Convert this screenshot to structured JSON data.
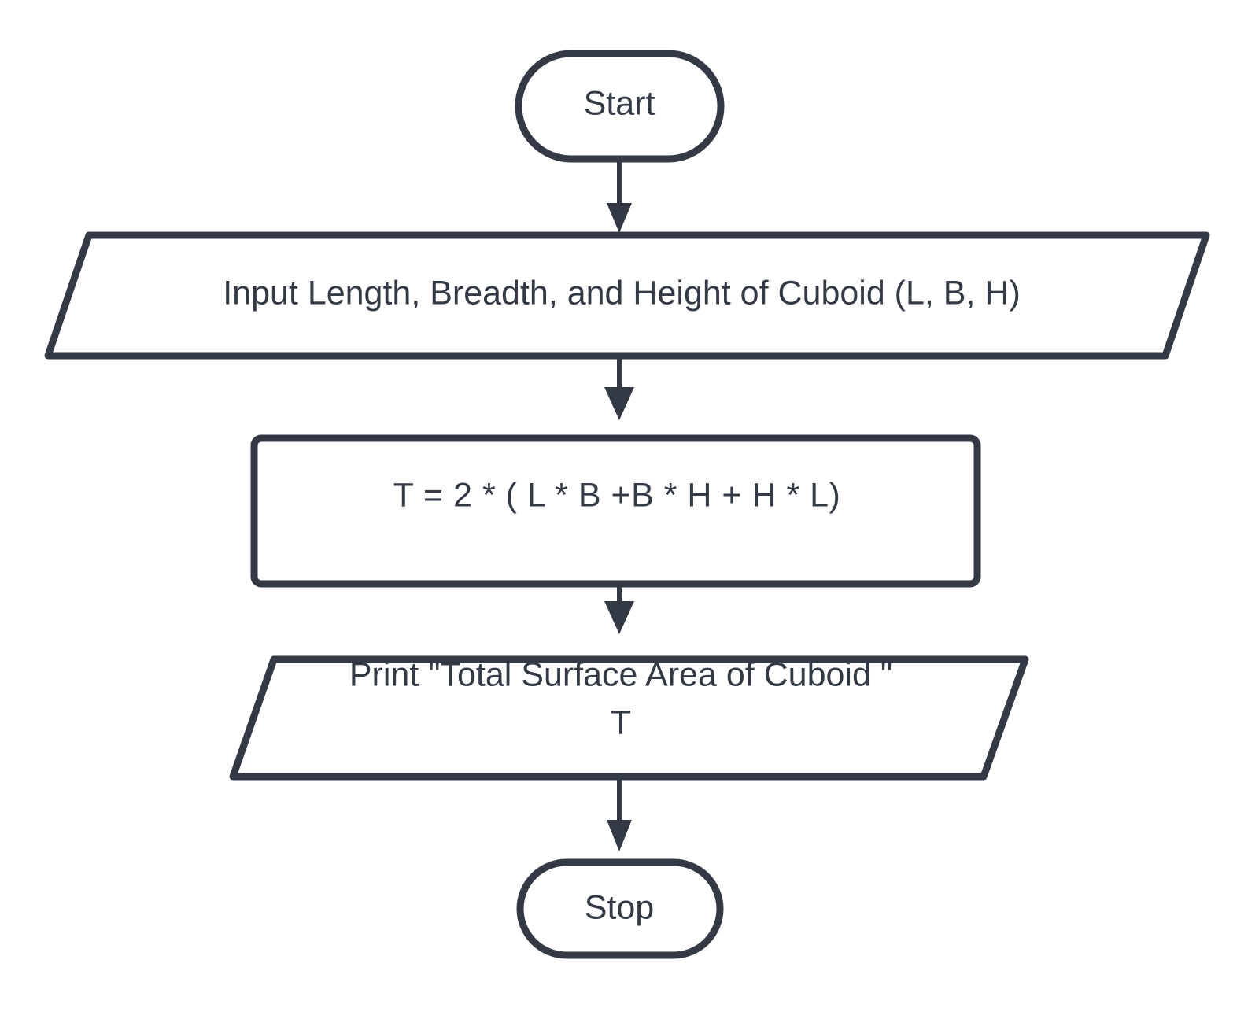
{
  "diagram": {
    "title": "Total Surface Area of Cuboid Flowchart",
    "background_color": "#ffffff",
    "stroke_color": "#333a45",
    "text_color": "#333a45",
    "fill_color": "#ffffff",
    "orientation": "top-to-bottom",
    "type": "flowchart"
  },
  "nodes": {
    "start": {
      "label": "Start",
      "shape": "stadium",
      "role": "terminator"
    },
    "input": {
      "label": "Input Length, Breadth, and Height of Cuboid (L, B, H)",
      "shape": "parallelogram",
      "role": "input-output"
    },
    "process": {
      "label": "T = 2 * ( L * B +B * H + H * L)",
      "shape": "rectangle",
      "role": "process"
    },
    "print": {
      "label_line1": "Print \"Total Surface Area of Cuboid \"",
      "label_line2": "T",
      "shape": "parallelogram",
      "role": "input-output"
    },
    "stop": {
      "label": "Stop",
      "shape": "stadium",
      "role": "terminator"
    }
  },
  "edges": [
    {
      "name": "start-to-input",
      "from": "start",
      "to": "input",
      "label": ""
    },
    {
      "name": "input-to-process",
      "from": "input",
      "to": "process",
      "label": ""
    },
    {
      "name": "process-to-print",
      "from": "process",
      "to": "print",
      "label": ""
    },
    {
      "name": "print-to-stop",
      "from": "print",
      "to": "stop",
      "label": ""
    }
  ]
}
